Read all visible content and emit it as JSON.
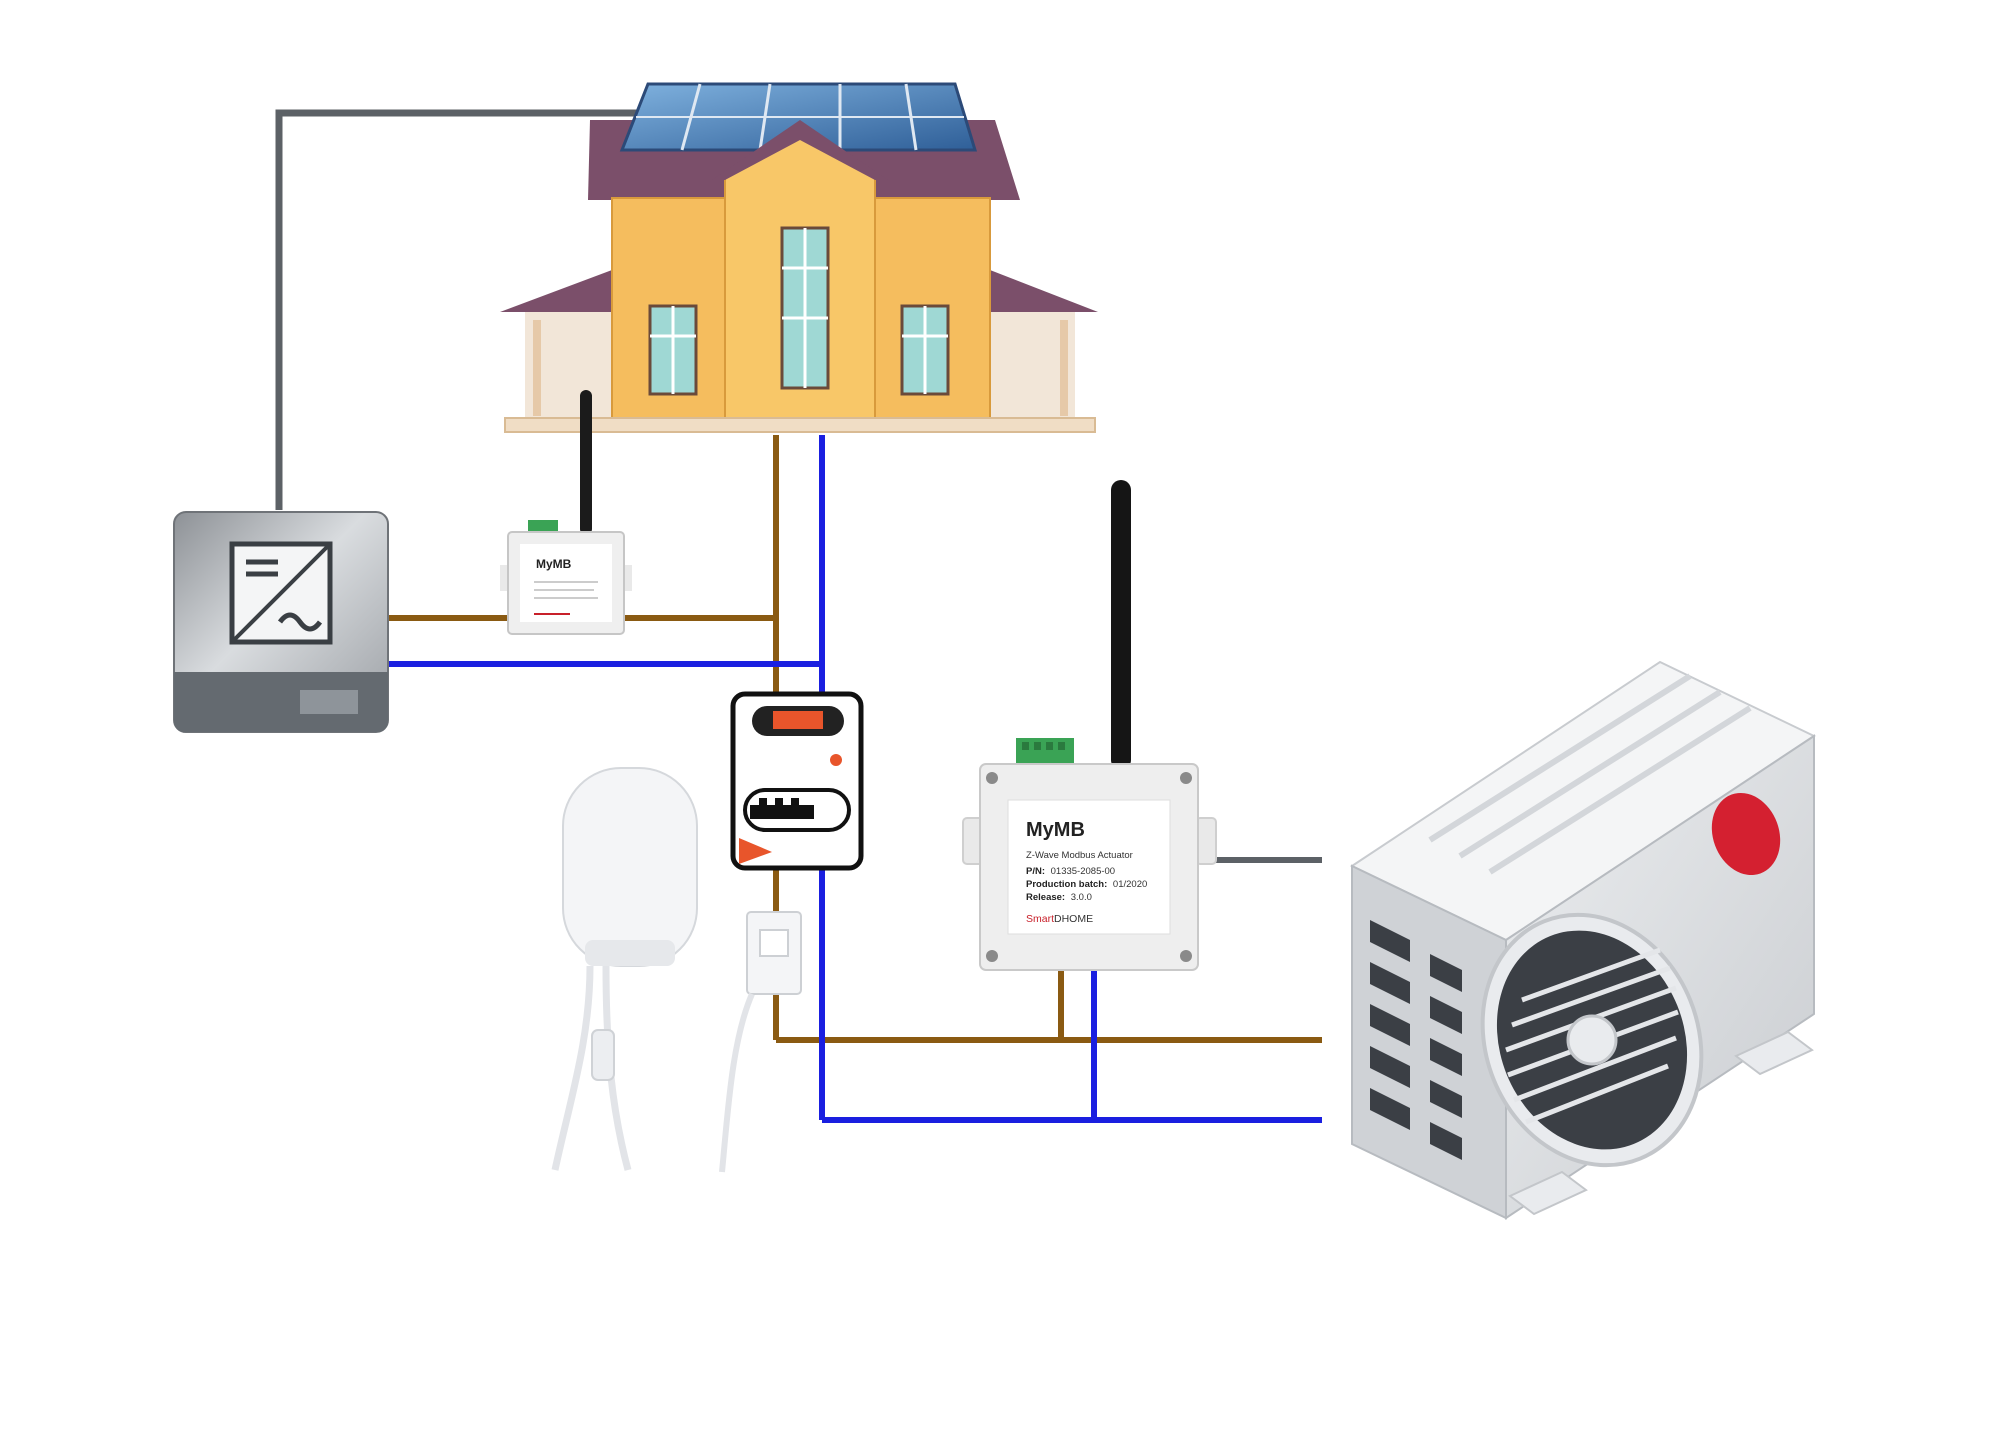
{
  "colors": {
    "wire_gray": "#5c6166",
    "wire_brown": "#8a5a12",
    "wire_blue": "#1a1fe0",
    "house_wall": "#f5bd5e",
    "house_roof": "#7b4f6a",
    "solar_panel": "#4f86c0",
    "inverter_body": "#a8acb0",
    "meter_accent": "#e8552b",
    "ac_fan_logo": "#d42030"
  },
  "icons": {
    "house": "house-with-solar-panels-icon",
    "inverter": "solar-inverter-icon",
    "meter": "energy-meter-icon",
    "gateway": "zwave-gateway-icon",
    "clamp": "current-clamp-sensor-icon",
    "ac_unit": "air-conditioner-outdoor-unit-icon"
  },
  "actuator_large": {
    "title": "MyMB",
    "subtitle": "Z-Wave Modbus Actuator",
    "pn_label": "P/N:",
    "pn_value": "01335-2085-00",
    "batch_label": "Production batch:",
    "batch_value": "01/2020",
    "release_label": "Release:",
    "release_value": "3.0.0",
    "brand_prefix": "Smart",
    "brand_suffix": "DHOME"
  },
  "actuator_small": {
    "title": "MyMB"
  }
}
